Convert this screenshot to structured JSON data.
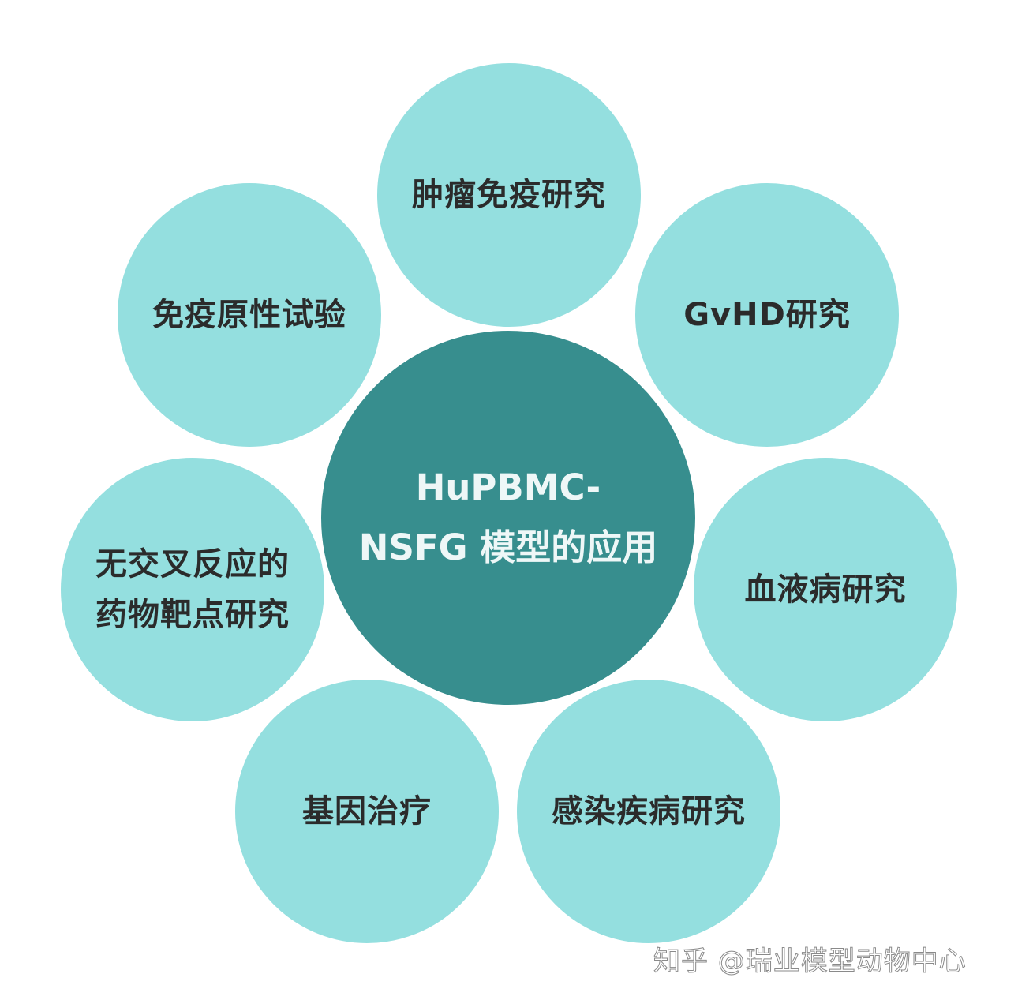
{
  "colors": {
    "petal_fill": "#94DFDF",
    "hub_fill": "#378E8E",
    "petal_text": "#2B2B2B",
    "hub_text": "#EEF7F7"
  },
  "diagram": {
    "center": {
      "label": "HuPBMC-\nNSFG 模型的应用"
    },
    "petals": [
      {
        "label": "肿瘤免疫研究"
      },
      {
        "label": "GvHD研究"
      },
      {
        "label": "血液病研究"
      },
      {
        "label": "感染疾病研究"
      },
      {
        "label": "基因治疗"
      },
      {
        "label": "无交叉反应的\n药物靶点研究"
      },
      {
        "label": "免疫原性试验"
      }
    ]
  },
  "watermark": {
    "text": "知乎 @瑞业模型动物中心"
  }
}
